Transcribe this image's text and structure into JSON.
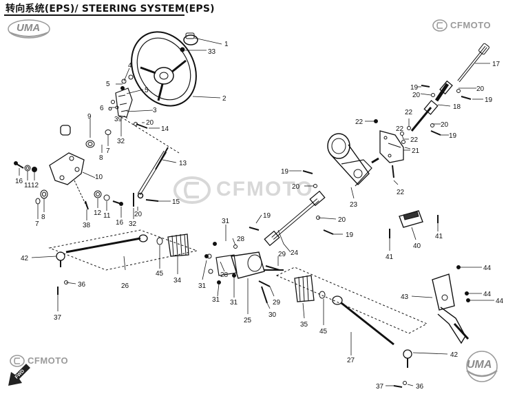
{
  "title": "转向系统(EPS)/ STEERING SYSTEM(EPS)",
  "logos": {
    "uma_top": "UMA",
    "cfmoto_top": "CFMOTO",
    "watermark": "CFMOTO",
    "cfmoto_bottom": "CFMOTO",
    "uma_bottom": "UMA",
    "fwd": "FWD"
  },
  "colors": {
    "line": "#111111",
    "logo_gray": "#9a9a9a",
    "watermark": "#d8d8d8"
  },
  "callouts": [
    {
      "id": "c1",
      "num": "1"
    },
    {
      "id": "c33",
      "num": "33"
    },
    {
      "id": "c2",
      "num": "2"
    },
    {
      "id": "c4",
      "num": "4"
    },
    {
      "id": "c5a",
      "num": "5"
    },
    {
      "id": "c5b",
      "num": "5"
    },
    {
      "id": "c6",
      "num": "6"
    },
    {
      "id": "c39",
      "num": "39"
    },
    {
      "id": "c3",
      "num": "3"
    },
    {
      "id": "c20a",
      "num": "20"
    },
    {
      "id": "c14",
      "num": "14"
    },
    {
      "id": "c9",
      "num": "9"
    },
    {
      "id": "c8a",
      "num": "8"
    },
    {
      "id": "c7a",
      "num": "7"
    },
    {
      "id": "c32a",
      "num": "32"
    },
    {
      "id": "c16a",
      "num": "16"
    },
    {
      "id": "c11a",
      "num": "11"
    },
    {
      "id": "c12a",
      "num": "12"
    },
    {
      "id": "c10",
      "num": "10"
    },
    {
      "id": "c7b",
      "num": "7"
    },
    {
      "id": "c8b",
      "num": "8"
    },
    {
      "id": "c38",
      "num": "38"
    },
    {
      "id": "c12b",
      "num": "12"
    },
    {
      "id": "c11b",
      "num": "11"
    },
    {
      "id": "c16b",
      "num": "16"
    },
    {
      "id": "c13",
      "num": "13"
    },
    {
      "id": "c15",
      "num": "15"
    },
    {
      "id": "c20b",
      "num": "20"
    },
    {
      "id": "c32b",
      "num": "32"
    },
    {
      "id": "c17",
      "num": "17"
    },
    {
      "id": "c19a",
      "num": "19"
    },
    {
      "id": "c20c",
      "num": "20"
    },
    {
      "id": "c20d",
      "num": "20"
    },
    {
      "id": "c19b",
      "num": "19"
    },
    {
      "id": "c18",
      "num": "18"
    },
    {
      "id": "c22a",
      "num": "22"
    },
    {
      "id": "c22b",
      "num": "22"
    },
    {
      "id": "c20e",
      "num": "20"
    },
    {
      "id": "c19c",
      "num": "19"
    },
    {
      "id": "c22c",
      "num": "22"
    },
    {
      "id": "c22d",
      "num": "22"
    },
    {
      "id": "c21",
      "num": "21"
    },
    {
      "id": "c22e",
      "num": "22"
    },
    {
      "id": "c19d",
      "num": "19"
    },
    {
      "id": "c20f",
      "num": "20"
    },
    {
      "id": "c23",
      "num": "23"
    },
    {
      "id": "c19e",
      "num": "19"
    },
    {
      "id": "c31a",
      "num": "31"
    },
    {
      "id": "c28a",
      "num": "28"
    },
    {
      "id": "c20g",
      "num": "20"
    },
    {
      "id": "c19f",
      "num": "19"
    },
    {
      "id": "c24",
      "num": "24"
    },
    {
      "id": "c42a",
      "num": "42"
    },
    {
      "id": "c26",
      "num": "26"
    },
    {
      "id": "c45a",
      "num": "45"
    },
    {
      "id": "c34",
      "num": "34"
    },
    {
      "id": "c36a",
      "num": "36"
    },
    {
      "id": "c37a",
      "num": "37"
    },
    {
      "id": "c31b",
      "num": "31"
    },
    {
      "id": "c31c",
      "num": "31"
    },
    {
      "id": "c28b",
      "num": "28"
    },
    {
      "id": "c31d",
      "num": "31"
    },
    {
      "id": "c29a",
      "num": "29"
    },
    {
      "id": "c29b",
      "num": "29"
    },
    {
      "id": "c30",
      "num": "30"
    },
    {
      "id": "c25",
      "num": "25"
    },
    {
      "id": "c35",
      "num": "35"
    },
    {
      "id": "c45b",
      "num": "45"
    },
    {
      "id": "c27",
      "num": "27"
    },
    {
      "id": "c42b",
      "num": "42"
    },
    {
      "id": "c37b",
      "num": "37"
    },
    {
      "id": "c36b",
      "num": "36"
    },
    {
      "id": "c40",
      "num": "40"
    },
    {
      "id": "c41a",
      "num": "41"
    },
    {
      "id": "c41b",
      "num": "41"
    },
    {
      "id": "c43",
      "num": "43"
    },
    {
      "id": "c44a",
      "num": "44"
    },
    {
      "id": "c44b",
      "num": "44"
    },
    {
      "id": "c44c",
      "num": "44"
    }
  ]
}
